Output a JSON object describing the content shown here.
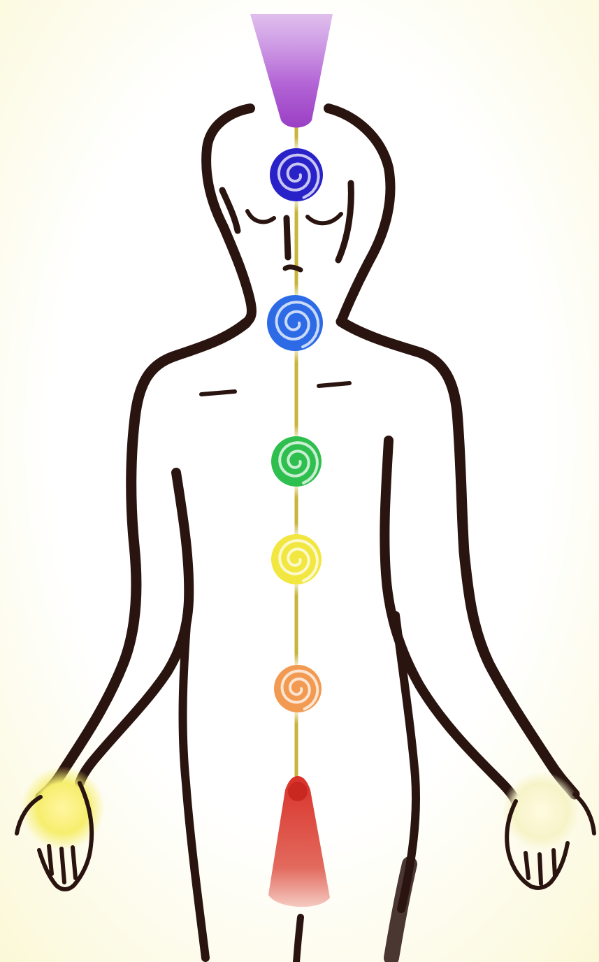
{
  "illustration": {
    "subject": "",
    "colors": {
      "background": "#ffffff",
      "glow": "#fbf8d6",
      "outline": "#2a1410",
      "channel": "#c9b43a",
      "crown": "#b466d6",
      "third_eye": "#2a22c9",
      "throat": "#2d6be6",
      "heart": "#2fbf4f",
      "solar_plexus": "#f2e640",
      "sacral": "#f29a52",
      "root": "#e0443a",
      "palm_light": "#f6ee6e"
    },
    "chakras": [
      {
        "id": "crown",
        "shape": "cone-down",
        "color_key": "crown"
      },
      {
        "id": "third_eye",
        "shape": "spiral",
        "color_key": "third_eye"
      },
      {
        "id": "throat",
        "shape": "spiral",
        "color_key": "throat"
      },
      {
        "id": "heart",
        "shape": "spiral",
        "color_key": "heart"
      },
      {
        "id": "solar_plexus",
        "shape": "spiral",
        "color_key": "solar_plexus"
      },
      {
        "id": "sacral",
        "shape": "spiral",
        "color_key": "sacral"
      },
      {
        "id": "root",
        "shape": "cone-up",
        "color_key": "root"
      }
    ],
    "icons": [
      "spiral-icon",
      "cone-icon",
      "hand-icon"
    ]
  }
}
